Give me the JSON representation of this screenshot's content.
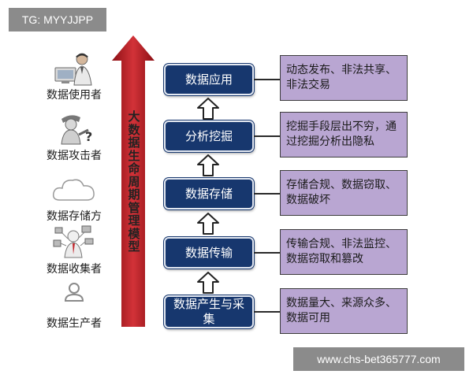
{
  "watermarks": {
    "tg": "TG: MYYJJPP",
    "url": "www.chs-bet365777.com"
  },
  "model_title": "大数据生命周期管理模型",
  "actors": [
    {
      "label": "数据使用者",
      "icon": "user-at-computer-icon"
    },
    {
      "label": "数据攻击者",
      "icon": "hacker-question-icon"
    },
    {
      "label": "数据存储方",
      "icon": "cloud-icon"
    },
    {
      "label": "数据收集者",
      "icon": "collector-icon"
    },
    {
      "label": "数据生产者",
      "icon": "person-icon"
    }
  ],
  "stages": [
    {
      "label": "数据应用",
      "risk": "动态发布、非法共享、非法交易"
    },
    {
      "label": "分析挖掘",
      "risk": "挖掘手段层出不穷，通过挖掘分析出隐私"
    },
    {
      "label": "数据存储",
      "risk": "存储合规、数据窃取、数据破坏"
    },
    {
      "label": "数据传输",
      "risk": "传输合规、非法监控、数据窃取和篡改"
    },
    {
      "label": "数据产生与采集",
      "risk": "数据量大、来源众多、数据可用"
    }
  ],
  "colors": {
    "stage_fill": "#17376e",
    "risk_fill": "#b9a6d2",
    "lifecycle_arrow": "#c2272d"
  }
}
